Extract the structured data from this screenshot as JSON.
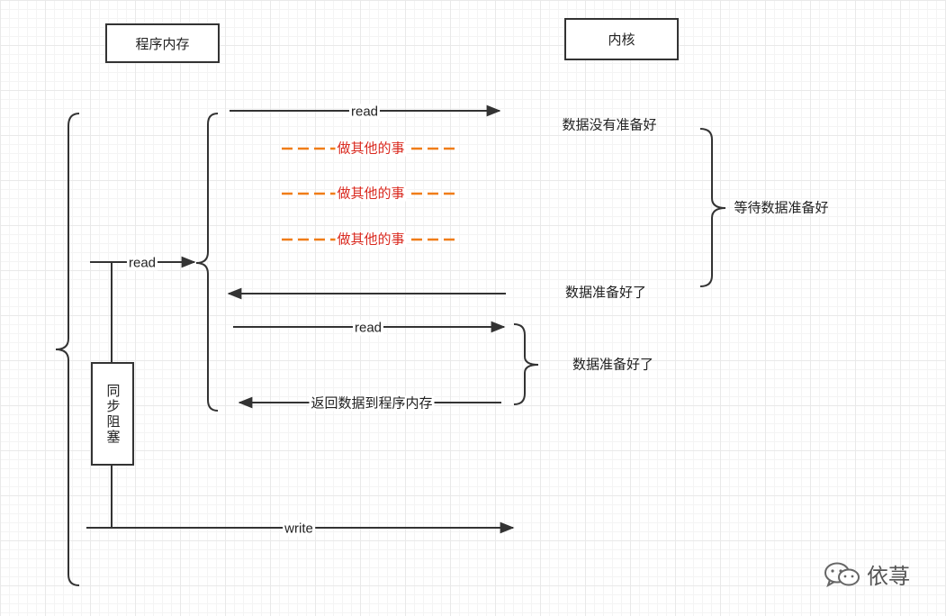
{
  "boxes": {
    "program_memory": "程序内存",
    "kernel": "内核",
    "sync_block": "同步阻塞"
  },
  "arrows": {
    "read_outer": "read",
    "read_1": "read",
    "read_2": "read",
    "write": "write",
    "return_data": "返回数据到程序内存"
  },
  "side_tasks": [
    "做其他的事",
    "做其他的事",
    "做其他的事"
  ],
  "kernel_states": {
    "not_ready": "数据没有准备好",
    "waiting": "等待数据准备好",
    "ready_1": "数据准备好了",
    "ready_2": "数据准备好了"
  },
  "watermark": {
    "text": "依荨",
    "icon": "wechat-icon"
  },
  "colors": {
    "line": "#333333",
    "dashed": "#f07d18",
    "task_text": "#d9281e"
  }
}
